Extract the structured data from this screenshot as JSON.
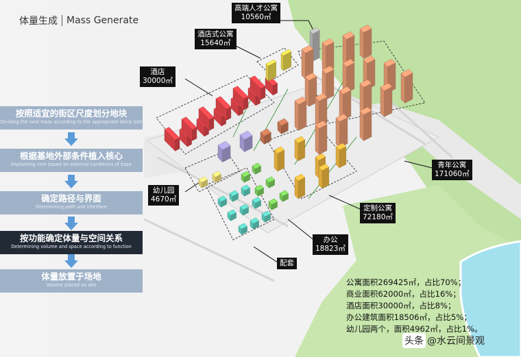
{
  "header": {
    "title_zh": "体量生成",
    "title_en": "Mass Generate"
  },
  "steps": [
    {
      "zh": "按照适宜的街区尺度划分地块",
      "en": "Dividing the land mass according to the appropriate block size"
    },
    {
      "zh": "根据基地外部条件植入核心",
      "en": "Implanting core based on external conditions of base"
    },
    {
      "zh": "确定路径与界面",
      "en": "Determining path and Interface"
    },
    {
      "zh": "按功能确定体量与空间关系",
      "en": "Determining volume and space according to function"
    },
    {
      "zh": "体量放置于场地",
      "en": "Volume placed on site"
    }
  ],
  "labels": {
    "talent_apartment": {
      "name": "高端人才公寓",
      "area": "10560㎡"
    },
    "hotel_apartment": {
      "name": "酒店式公寓",
      "area": "15640㎡"
    },
    "hotel": {
      "name": "酒店",
      "area": "30000㎡"
    },
    "youth_apartment": {
      "name": "青年公寓",
      "area": "171060㎡"
    },
    "kindergarten": {
      "name": "幼儿园",
      "area": "4670㎡"
    },
    "custom_apartment": {
      "name": "定制公寓",
      "area": "72180㎡"
    },
    "office": {
      "name": "办公",
      "area": "18823㎡"
    },
    "facilities": {
      "name": "配套"
    }
  },
  "stats": [
    "公寓面积269425㎡，占比70%；",
    "商业面积62000㎡，占比16%；",
    "酒店面积30000㎡，占比8%；",
    "办公建筑面积18506㎡，占比5%；",
    "幼儿园两个，面积4962㎡，占比1%。"
  ],
  "watermark": {
    "platform": "头条",
    "account": "@水云间景观"
  },
  "colors": {
    "step_active": "#222a36",
    "step_normal": "#9fb2c8",
    "hotel": "#e0454a",
    "apartment": "#e59a72",
    "apartment_dark": "#c97a57",
    "office": "#f0b941",
    "teal": "#5fd1c2",
    "green": "#7dd35f",
    "hotel_apt": "#ead84f",
    "purple": "#a9a0d8",
    "grass": "#bfe1a3",
    "water": "#a4e1ef"
  }
}
